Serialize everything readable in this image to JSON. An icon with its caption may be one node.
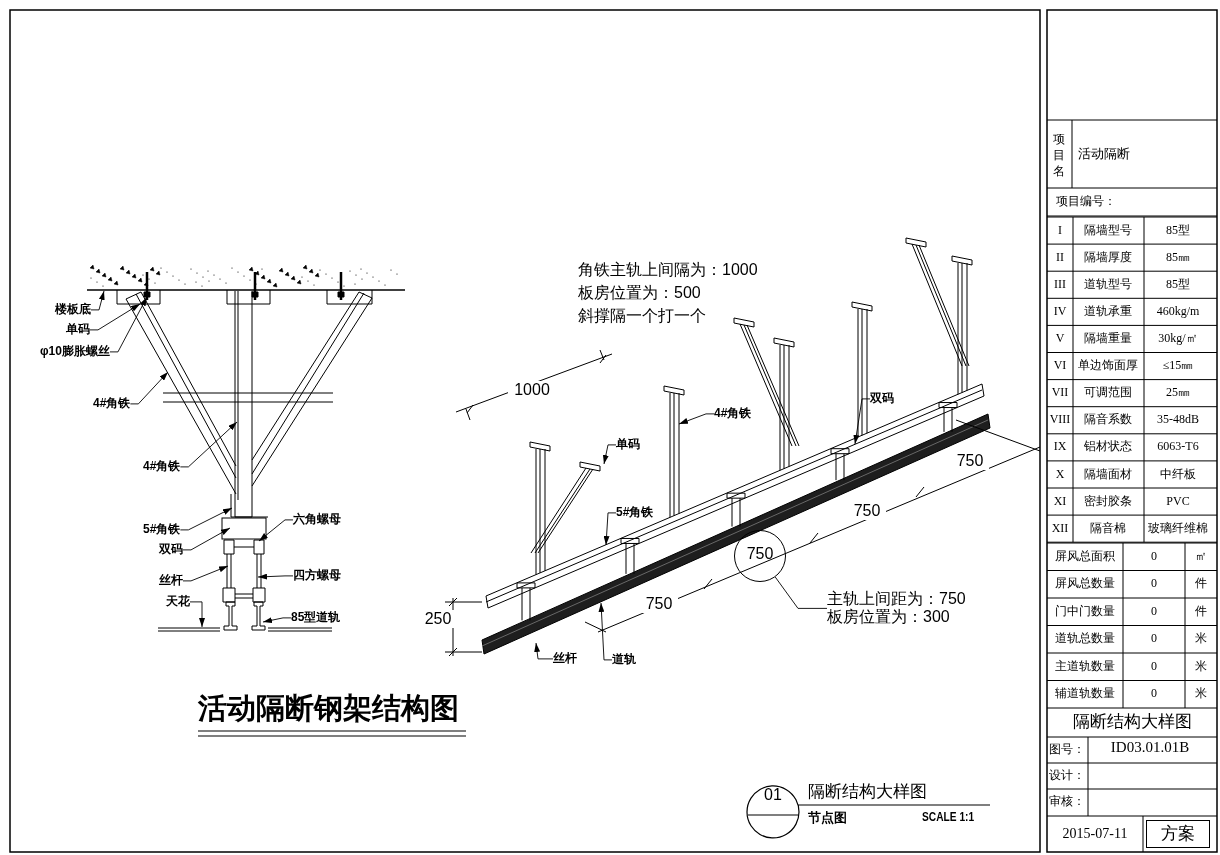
{
  "diagram": {
    "title": "活动隔断钢架结构图",
    "nodes": [
      {
        "text": [
          "楼板底"
        ]
      },
      {
        "text": [
          "单码"
        ]
      },
      {
        "text": [
          "φ10膨胀螺丝"
        ]
      },
      {
        "text": [
          "4#角铁"
        ]
      },
      {
        "text": [
          "4#角铁"
        ]
      },
      {
        "text": [
          "5#角铁"
        ]
      },
      {
        "text": [
          "双码"
        ]
      },
      {
        "text": [
          "六角螺母"
        ]
      },
      {
        "text": [
          "丝杆"
        ]
      },
      {
        "text": [
          "四方螺母"
        ]
      },
      {
        "text": [
          "天花"
        ]
      },
      {
        "text": [
          "85型道轨"
        ]
      },
      {
        "text": [
          "单码"
        ]
      },
      {
        "text": [
          "4#角铁"
        ]
      },
      {
        "text": [
          "双码"
        ]
      },
      {
        "text": [
          "5#角铁"
        ]
      },
      {
        "text": [
          "750"
        ]
      },
      {
        "text": [
          "主轨上间距为：750",
          "板房位置为：300"
        ]
      },
      {
        "text": [
          "丝杆"
        ]
      },
      {
        "text": [
          "道轨"
        ]
      }
    ],
    "edges": [
      {
        "from": 0,
        "to": null,
        "arrow": "to"
      },
      {
        "from": 1,
        "to": null,
        "arrow": "to"
      },
      {
        "from": 2,
        "to": null,
        "arrow": "to"
      },
      {
        "from": 3,
        "to": null,
        "arrow": "to"
      },
      {
        "from": 4,
        "to": null,
        "arrow": "to"
      },
      {
        "from": 5,
        "to": null,
        "arrow": "to"
      },
      {
        "from": 6,
        "to": null,
        "arrow": "to"
      },
      {
        "from": 7,
        "to": null,
        "arrow": "to"
      },
      {
        "from": 8,
        "to": null,
        "arrow": "to"
      },
      {
        "from": 9,
        "to": null,
        "arrow": "to"
      },
      {
        "from": 10,
        "to": null,
        "arrow": "to"
      },
      {
        "from": 11,
        "to": null,
        "arrow": "to"
      },
      {
        "from": 12,
        "to": null,
        "arrow": "to"
      },
      {
        "from": 13,
        "to": null,
        "arrow": "to"
      },
      {
        "from": 14,
        "to": null,
        "arrow": "to"
      },
      {
        "from": 15,
        "to": null,
        "arrow": "to"
      },
      {
        "from": 17,
        "to": 16,
        "arrow": "none"
      },
      {
        "from": 18,
        "to": null,
        "arrow": "to"
      },
      {
        "from": 19,
        "to": null,
        "arrow": "to"
      }
    ],
    "labels": [
      "角铁主轨上间隔为：1000",
      "板房位置为：500",
      "斜撑隔一个打一个",
      "1000",
      "750",
      "750",
      "750",
      "250",
      "项目名",
      "活动隔断",
      "项目编号：",
      "I",
      "隔墙型号",
      "85型",
      "II",
      "隔墙厚度",
      "85㎜",
      "III",
      "道轨型号",
      "85型",
      "IV",
      "道轨承重",
      "460kg/m",
      "V",
      "隔墙重量",
      "30kg/㎡",
      "VI",
      "单边饰面厚",
      "≤15㎜",
      "VII",
      "可调范围",
      "25㎜",
      "VIII",
      "隔音系数",
      "35-48dB",
      "IX",
      "铝材状态",
      "6063-T6",
      "X",
      "隔墙面材",
      "中纤板",
      "XI",
      "密封胶条",
      "PVC",
      "XII",
      "隔音棉",
      "玻璃纤维棉",
      "屏风总面积",
      "0",
      "㎡",
      "屏风总数量",
      "0",
      "件",
      "门中门数量",
      "0",
      "件",
      "道轨总数量",
      "0",
      "米",
      "主道轨数量",
      "0",
      "米",
      "辅道轨数量",
      "0",
      "米",
      "隔断结构大样图",
      "图号：",
      "ID03.01.01B",
      "设计：",
      "审核：",
      "2015-07-11",
      "方案",
      "01",
      "隔断结构大样图",
      "节点图",
      "SCALE 1:1"
    ]
  }
}
